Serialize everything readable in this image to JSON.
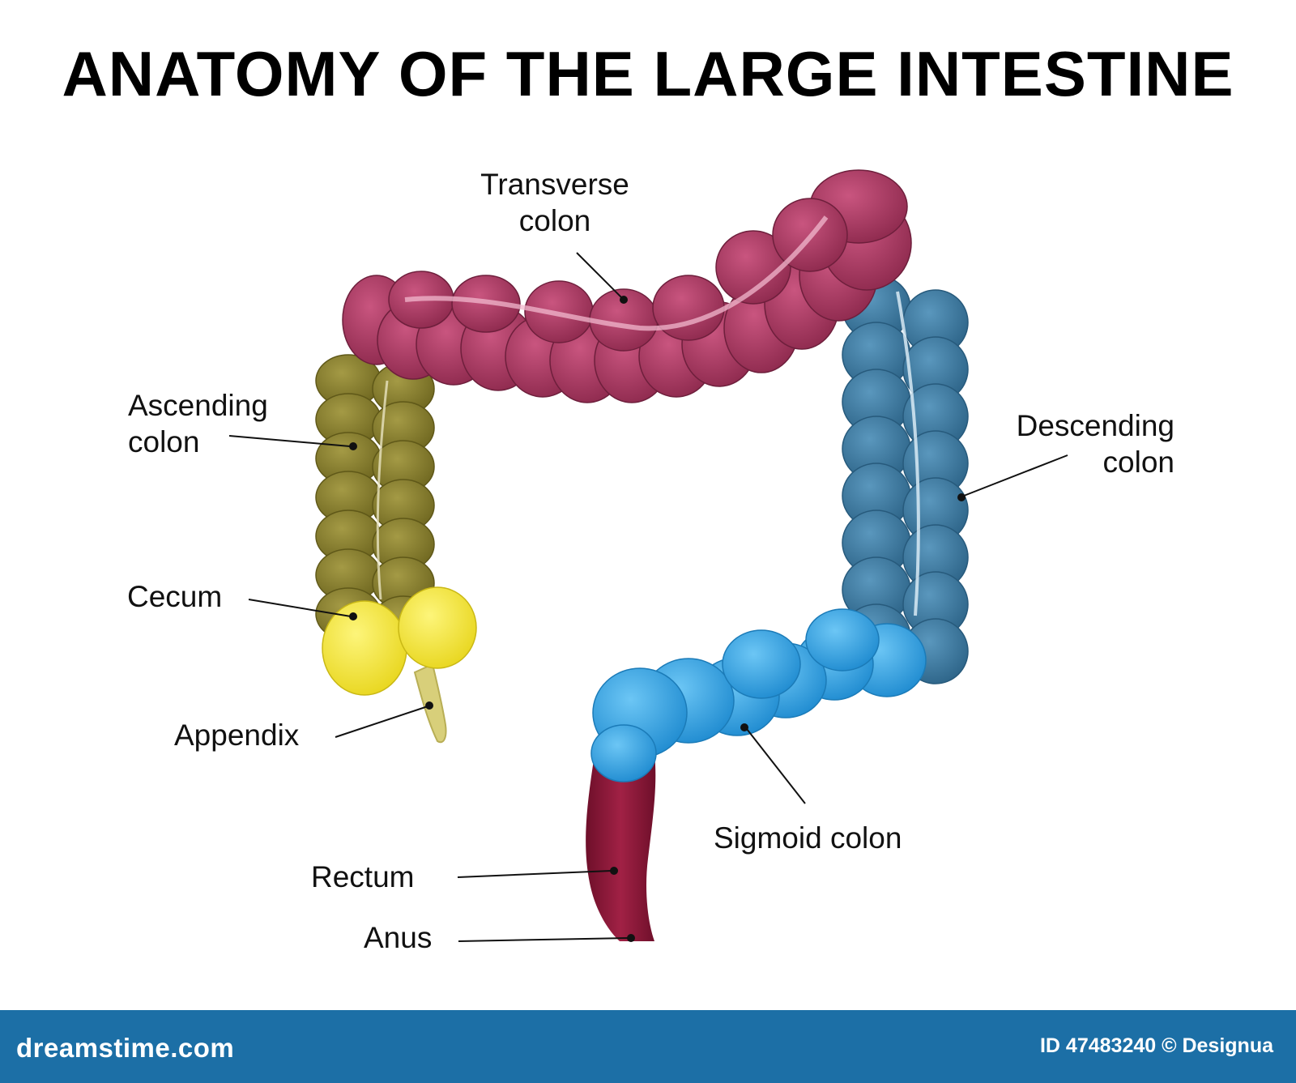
{
  "title": "ANATOMY OF THE LARGE INTESTINE",
  "labels": {
    "transverse": [
      "Transverse",
      "colon"
    ],
    "ascending": [
      "Ascending",
      "colon"
    ],
    "descending": [
      "Descending",
      "colon"
    ],
    "cecum": "Cecum",
    "appendix": "Appendix",
    "sigmoid": "Sigmoid colon",
    "rectum": "Rectum",
    "anus": "Anus"
  },
  "colors": {
    "transverse": "#a8365f",
    "ascending": "#8f8530",
    "descending": "#3f7fa6",
    "sigmoid": "#33a4e6",
    "cecum": "#f2e53a",
    "appendix": "#d8cf7a",
    "rectum": "#8e1738",
    "footer": "#1c6fa6"
  },
  "footer": {
    "site": "dreamstime.com",
    "credit": "ID 47483240 © Designua"
  }
}
